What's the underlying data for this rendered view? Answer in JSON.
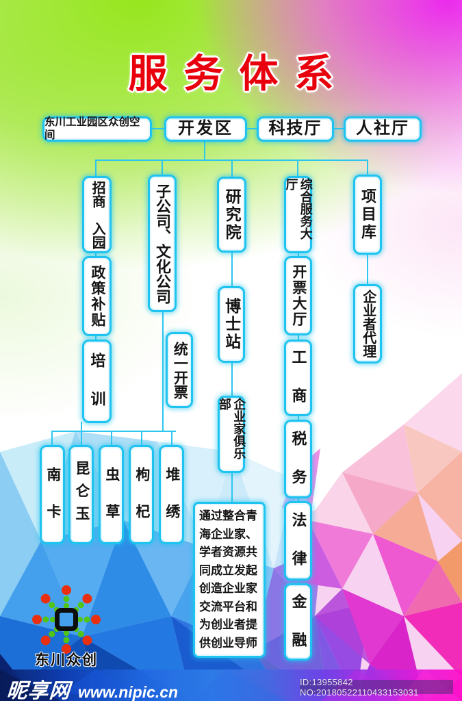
{
  "title": "服务体系",
  "top_row": {
    "space": "东川工业园区众创空间",
    "dev_zone": "开发区",
    "sci_tech": "科技厅",
    "hr_social": "人社厅"
  },
  "nodes": {
    "col1": [
      "招商　入园",
      "政策补贴",
      "培　训"
    ],
    "col2": [
      "子公司、文化公司",
      "统一开票"
    ],
    "col3": [
      "研究院",
      "博士站",
      "企业家俱乐部"
    ],
    "col4": [
      "综合服务大厅",
      "开票大厅",
      "工　商",
      "税　务",
      "法　律",
      "金　融"
    ],
    "col5": [
      "项目库",
      "企业者代理"
    ],
    "products": [
      "南　卡",
      "昆仑玉",
      "虫　草",
      "枸　杞",
      "堆　绣"
    ],
    "note": "通过整合青海企业家、学者资源共同成立发起创造企业家交流平台和为创业者提供创业导师"
  },
  "logo": {
    "name": "东川众创"
  },
  "footer": {
    "site": "昵享网",
    "url": "www.nipic.cn",
    "id_text": "ID:13955842 NO:20180522110433153031"
  },
  "colors": {
    "box_border": "#1ec3ef",
    "line": "#2bc7f0",
    "title_red": "#e8000c"
  }
}
